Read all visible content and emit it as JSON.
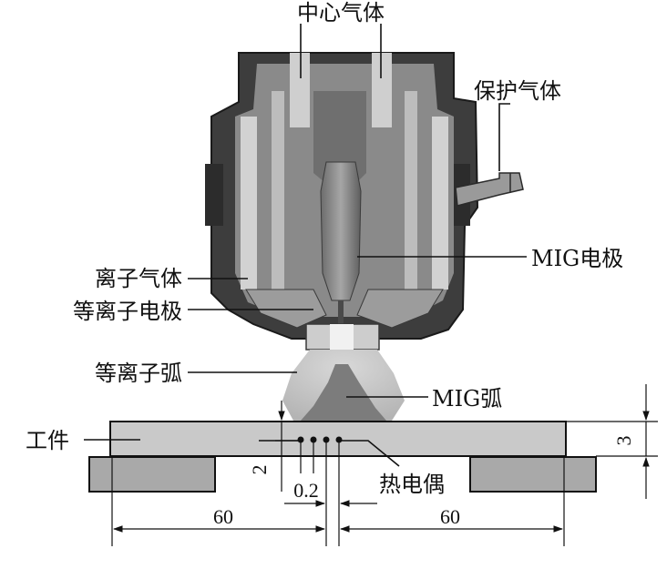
{
  "labels": {
    "center_gas": "中心气体",
    "shield_gas": "保护气体",
    "mig_electrode": "MIG电极",
    "ion_gas": "离子气体",
    "plasma_electrode": "等离子电极",
    "plasma_arc": "等离子弧",
    "mig_arc": "MIG弧",
    "workpiece": "工件",
    "thermocouple": "热电偶"
  },
  "dimensions": {
    "thickness": "3",
    "depth": "2",
    "spacing": "0.2",
    "left_length": "60",
    "right_length": "60"
  }
}
